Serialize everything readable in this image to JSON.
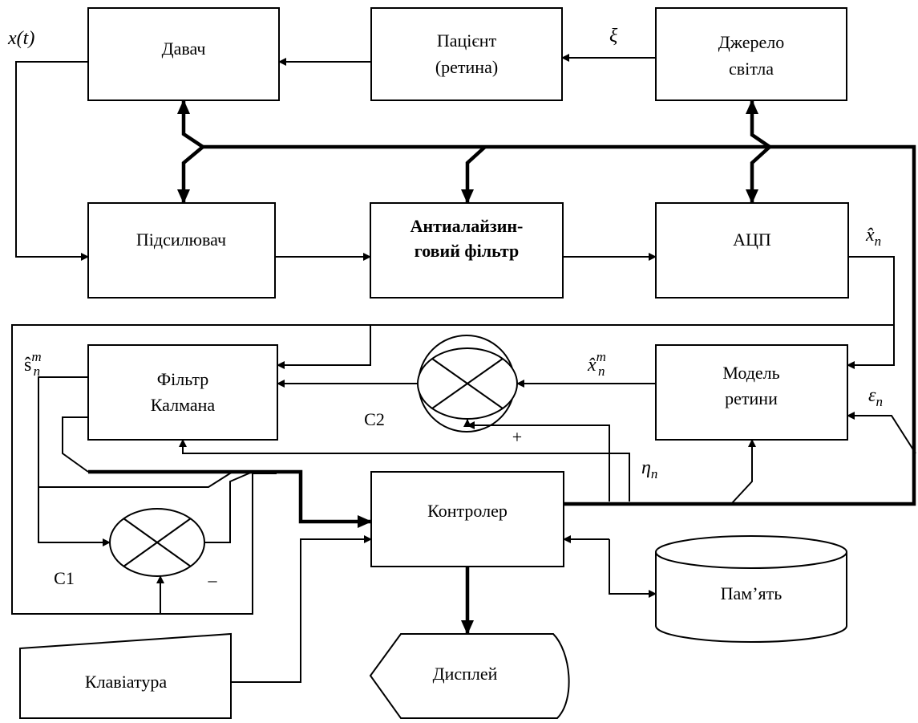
{
  "blocks": {
    "sensor": "Давач",
    "patient": [
      "Пацієнт",
      "(ретина)"
    ],
    "light": [
      "Джерело",
      "світла"
    ],
    "amp": "Підсилювач",
    "filter": [
      "Антиалайзин-",
      "говий фільтр"
    ],
    "adc": "АЦП",
    "kalman": [
      "Фільтр",
      "Калмана"
    ],
    "model": [
      "Модель",
      "ретини"
    ],
    "controller": "Контролер",
    "memory": "Пам’ять",
    "keyboard": "Клавіатура",
    "display": "Дисплей"
  },
  "adders": {
    "c1": "С1",
    "c2": "С2",
    "c1_sign": "–",
    "c2_sign": "+"
  },
  "symbols": {
    "xt": "x(t)",
    "xi": "ξ",
    "xn_hat_base": "x̂",
    "xn_hat_sub": "n",
    "xnm_hat_base": "x̂",
    "xnm_hat_sub": "n",
    "xnm_hat_sup": "m",
    "snm_hat_base": "ŝ",
    "snm_hat_sub": "n",
    "snm_hat_sup": "m",
    "eps_base": "ε",
    "eps_sub": "n",
    "eta_base": "η",
    "eta_sub": "n"
  }
}
